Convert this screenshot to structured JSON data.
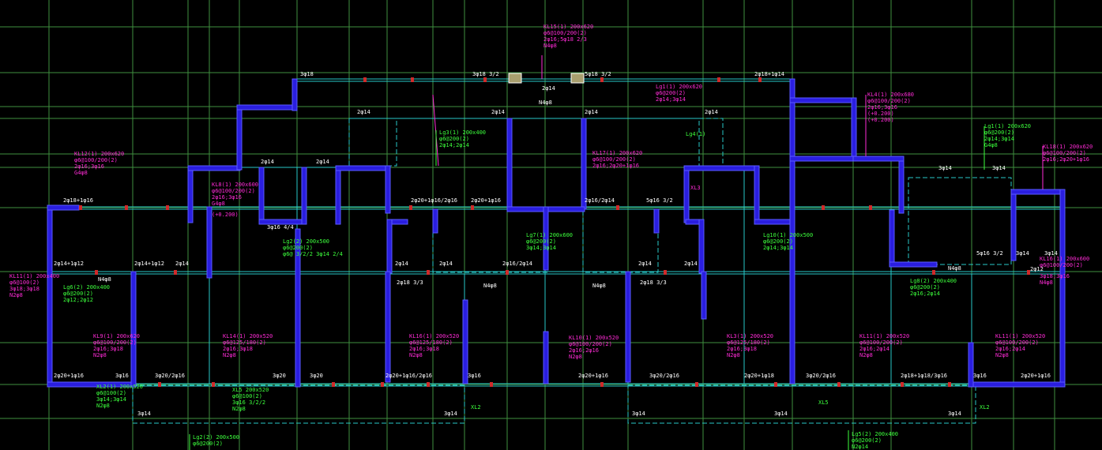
{
  "labels": {
    "kl15_1": "KL15(1) 200x620",
    "kl15_2": "φ6@100/200(2)",
    "kl15_3": "2φ16;5φ18 2/3",
    "kl15_4": "N4φ8",
    "top_3c8": "3φ18",
    "top_3c8_32": "3φ18 3/2",
    "top_5c8_32": "5φ18 3/2",
    "top_2c8_1c14": "2φ18+1φ14",
    "kl4_1": "KL4(1) 200x680",
    "kl4_2": "φ6@100/200(2)",
    "kl4_3": "2φ16;3φ16",
    "kl4_4": "(+0.200)",
    "kl12_1": "KL12(1) 200x620",
    "kl12_2": "φ6@100/200(2)",
    "kl12_3": "2φ16;3φ16",
    "kl12_4": "G4φ8",
    "kl8_1": "KL8(1) 200x600",
    "kl8_2": "φ6@100/200(2)",
    "kl8_3": "2φ16;3φ16",
    "kl8_4": "G4φ8",
    "kl8_5": "(+0.200)",
    "lg1_1": "Lg1(1) 200x620",
    "lg1_2": "φ6@200(2)",
    "lg1_3": "2φ14;3φ14",
    "lg1_4": "G4φ8",
    "kl18_1": "KL18(1) 200x620",
    "kl18_2": "φ6@100/200(2)",
    "kl18_3": "2φ16;2φ20+1φ16",
    "l1_left": "2φ18+1φ16",
    "l1_left2": "2φ14",
    "l1_lower": "2φ14+1φ12",
    "l1_lower2": "2φ14",
    "wall_2c14": "2φ14",
    "mid_2c20": "2φ20+1φ16/2φ16",
    "mid_2c20b": "2φ20+1φ16",
    "mid_2c16_2c14": "2φ16/2φ14",
    "mid_5c16": "5φ16 3/2",
    "mid_3c16": "3φ16 4/4",
    "mid_2c18": "2φ18 3/3",
    "r_3c14": "3φ14",
    "r_3c14b": "3φ14",
    "r_5c16": "5φ16 3/2",
    "r_2c12": "2φ12",
    "n4c8": "N4φ8",
    "lg3_1": "Lg3(1) 200x400",
    "lg3_2": "φ6@200(2)",
    "lg3_3": "2φ14;2φ14",
    "lg8_1": "Lg8(2) 200x400",
    "lg8_2": "φ6@200(2)",
    "lg8_3": "2φ16;2φ14",
    "lg10_1": "Lg10(1) 200x500",
    "lg10_2": "φ6@200(2)",
    "lg10_3": "2φ14;3φ14",
    "lg2_1": "Lg2(2) 200x500",
    "lg2_2": "φ6@200(2)",
    "lg2_3": "φ6@ 3/2/2 3φ14 2/4",
    "lg7_1": "Lg7(1) 200x600",
    "lg7_2": "φ6@200(2)",
    "lg7_3": "3φ14;3φ14",
    "kl9_1": "KL9(1) 200x620",
    "kl9_2": "φ6@100/200(2)",
    "kl9_3": "2φ16;3φ18",
    "kl9_4": "N2φ8",
    "kl10_1": "KL10(1) 200x520",
    "kl10_2": "φ6@100/200(2)",
    "kl10_3": "2φ16;2φ16",
    "kl10_4": "N2φ8",
    "kl14_1": "KL14(1) 200x520",
    "kl14_2": "φ6@125/180(2)",
    "kl14_3": "2φ16;3φ18",
    "kl14_4": "N2φ8",
    "kl16_1": "KL16(1) 200x520",
    "kl16_2": "φ6@125/180(2)",
    "kl16_3": "2φ16;3φ18",
    "kl16_4": "N2φ8",
    "kl3_1": "KL3(1) 200x520",
    "kl3_2": "φ6@125/180(2)",
    "kl3_3": "2φ16;3φ18",
    "kl3_4": "N2φ8",
    "kl11_1": "KL11(1) 200x520",
    "kl11_2": "φ6@100/200(2)",
    "kl11_3": "2φ16;2φ14",
    "kl11_4": "N2φ8",
    "bot_2c20_1c16": "2φ20+1φ16",
    "bot_3c16": "3φ16",
    "bot_3c20_2c16": "3φ20/2φ16",
    "bot_3c20": "3φ20",
    "bot_2c20_1c16b": "2φ20+1φ16/2φ16",
    "bot_3c16b": "3φ16",
    "bot_2c20_1c16c": "2φ20+1φ16",
    "bot_3c20_2c16b": "3φ20/2φ16",
    "bot_2c20_1c18": "2φ20+1φ18",
    "bot_3c20_2c16c": "3φ20/2φ16",
    "bot_2c18_1c18": "2φ18+1φ18/3φ16",
    "bot_3c16c": "3φ16",
    "bot_2c20_1c16d": "2φ20+1φ16",
    "sub_3c14a": "3φ14",
    "sub_3c14b": "3φ14",
    "sub_3c14c": "3φ14",
    "sub_3c14d": "3φ14",
    "sub_3c14e": "3φ14",
    "sub_xl2a": "XL2",
    "sub_xl2b": "XL2",
    "sub_xl5": "XL5",
    "lg2b_1": "Lg2(2) 200x500",
    "lg2b_2": "φ6@200(2)",
    "lg5_1": "Lg5(2) 200x400",
    "lg5_2": "φ6@200(2)",
    "lg5_3": "N2φ14",
    "xl2_1": "XL2(1) 200x520",
    "xl2_2": "φ6@100(2)",
    "xl2_3": "3φ14;3φ14",
    "xl2_4": "N2φ8",
    "xl5_1": "XL5 200x520",
    "xl5_2": "φ6@100(2)",
    "xl5_3": "3φ16 3/2/2",
    "xl5_4": "N2φ8",
    "right_kl17_1": "KL17(1) 200x620",
    "right_kl17_2": "φ6@100/200(2)",
    "right_kl17_3": "2φ16;2φ20+1φ16",
    "right_lg4_1": "Lg4(1)",
    "right_xl3": "XL3",
    "left_kl11_1": "KL11(1) 200x400",
    "left_kl11_2": "φ6@100(2)",
    "left_kl11_3": "3φ18;3φ18",
    "left_kl11_4": "N2φ8",
    "left_lg6_1": "Lg6(2) 200x400",
    "left_lg6_2": "φ6@200(2)",
    "left_lg6_3": "2φ12;2φ12",
    "far_right_1": "KL16(1) 200x600",
    "far_right_2": "φ6@100/200(2)",
    "far_right_3": "3φ18;3φ16",
    "far_right_4": "N4φ8"
  },
  "colors": {
    "background": "#000000",
    "grid": "#3f8f3f",
    "wall": "#2a1ee0",
    "beam": "#27c9c9",
    "column": "#d12a2a",
    "magenta": "#ff2bd6",
    "green": "#3cff3c",
    "white": "#ffffff"
  }
}
